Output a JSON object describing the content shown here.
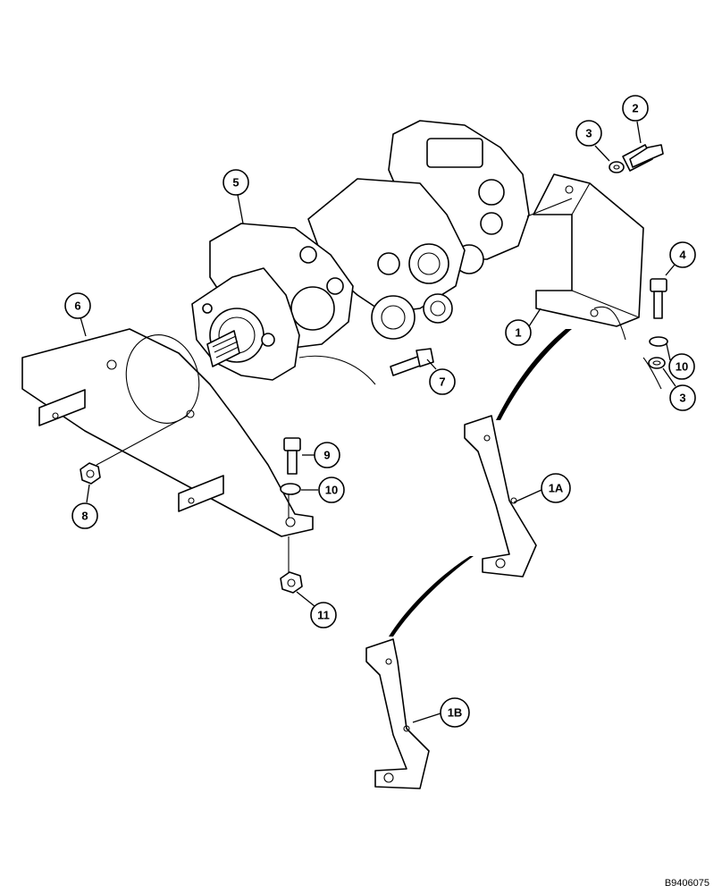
{
  "callouts": [
    {
      "id": "c1",
      "label": "1"
    },
    {
      "id": "c1a",
      "label": "1A"
    },
    {
      "id": "c1b",
      "label": "1B"
    },
    {
      "id": "c2",
      "label": "2"
    },
    {
      "id": "c3a",
      "label": "3"
    },
    {
      "id": "c3b",
      "label": "3"
    },
    {
      "id": "c4",
      "label": "4"
    },
    {
      "id": "c5",
      "label": "5"
    },
    {
      "id": "c6",
      "label": "6"
    },
    {
      "id": "c7",
      "label": "7"
    },
    {
      "id": "c8",
      "label": "8"
    },
    {
      "id": "c9",
      "label": "9"
    },
    {
      "id": "c10a",
      "label": "10"
    },
    {
      "id": "c10b",
      "label": "10"
    },
    {
      "id": "c11",
      "label": "11"
    }
  ],
  "reference_code": "B9406075"
}
